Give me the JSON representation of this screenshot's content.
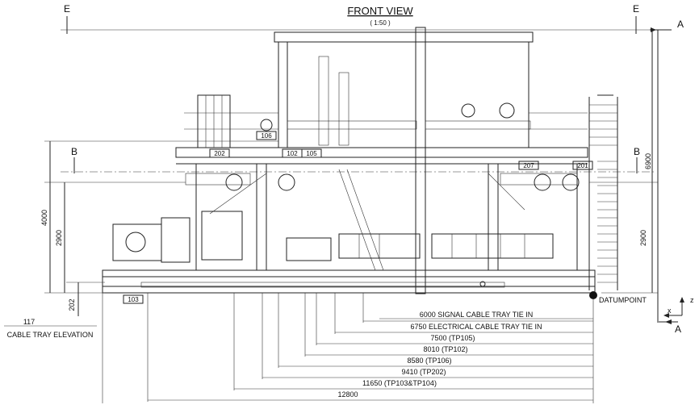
{
  "drawing": {
    "title": "FRONT VIEW",
    "scale": "( 1:50 )",
    "section_markers": {
      "e_left": "E",
      "e_right": "E",
      "b_left": "B",
      "b_right": "B",
      "a_top": "A",
      "a_bottom": "A"
    },
    "axis": {
      "x": "x",
      "z": "z"
    },
    "datum_label": "DATUMPOINT",
    "cable_tray_elevation": {
      "value": "117",
      "label": "CABLE TRAY ELEVATION"
    },
    "tags": [
      "202",
      "102",
      "105",
      "106",
      "207",
      "201",
      "103"
    ],
    "vertical_dimensions": {
      "left_outer": "4000",
      "left_inner": "2900",
      "left_small": "202",
      "right_upper": "6900",
      "right_lower": "2900"
    },
    "dimension_lines": [
      "6000 SIGNAL CABLE TRAY TIE IN",
      "6750 ELECTRICAL CABLE TRAY TIE IN",
      "7500 (TP105)",
      "8010 (TP102)",
      "8580 (TP106)",
      "9410 (TP202)",
      "11650 (TP103&TP104)",
      "12800"
    ]
  }
}
